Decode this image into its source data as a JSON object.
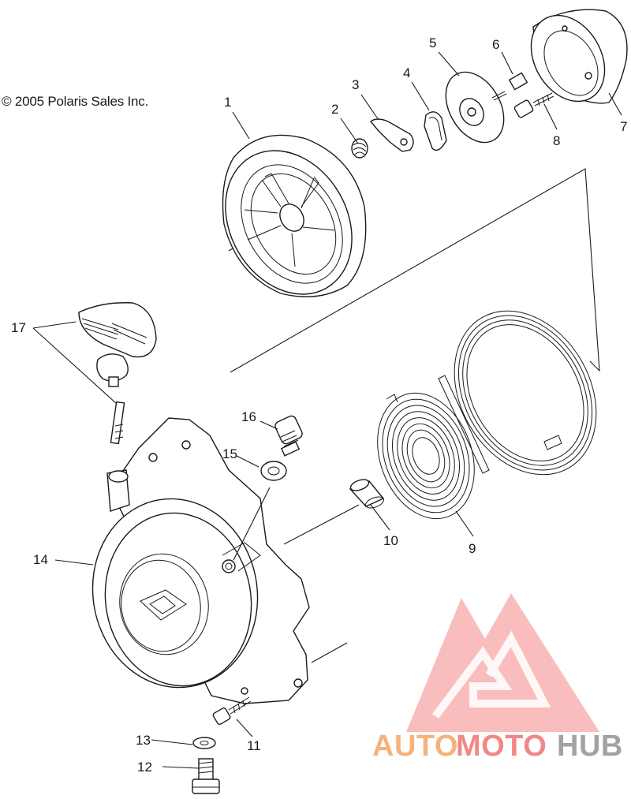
{
  "copyright": "© 2005 Polaris Sales Inc.",
  "callouts": [
    {
      "id": "1",
      "label": "1"
    },
    {
      "id": "2",
      "label": "2"
    },
    {
      "id": "3",
      "label": "3"
    },
    {
      "id": "4",
      "label": "4"
    },
    {
      "id": "5",
      "label": "5"
    },
    {
      "id": "6",
      "label": "6"
    },
    {
      "id": "7",
      "label": "7"
    },
    {
      "id": "8",
      "label": "8"
    },
    {
      "id": "9",
      "label": "9"
    },
    {
      "id": "10",
      "label": "10"
    },
    {
      "id": "11",
      "label": "11"
    },
    {
      "id": "12",
      "label": "12"
    },
    {
      "id": "13",
      "label": "13"
    },
    {
      "id": "14",
      "label": "14"
    },
    {
      "id": "15",
      "label": "15"
    },
    {
      "id": "16",
      "label": "16"
    },
    {
      "id": "17",
      "label": "17"
    }
  ],
  "watermark": {
    "part1": "AUTO",
    "part2": "MOTO",
    "part3": "HUB",
    "color_orange": "#f5a05a",
    "color_red": "#f06a6a",
    "color_gray": "#8c8c8c"
  }
}
